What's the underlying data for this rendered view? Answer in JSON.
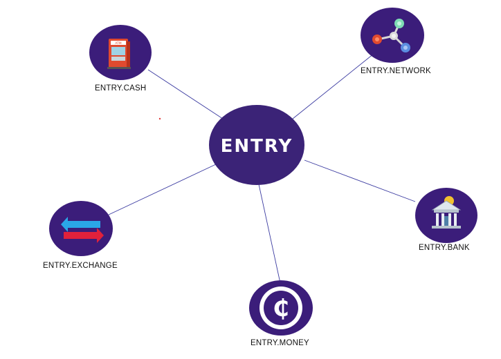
{
  "center": {
    "label": "ENTRY",
    "color": "#3b2377"
  },
  "nodes": [
    {
      "id": "cash",
      "label": "ENTRY.CASH",
      "icon": "atm-icon"
    },
    {
      "id": "network",
      "label": "ENTRY.NETWORK",
      "icon": "network-icon"
    },
    {
      "id": "exchange",
      "label": "ENTRY.EXCHANGE",
      "icon": "exchange-arrows-icon"
    },
    {
      "id": "bank",
      "label": "ENTRY.BANK",
      "icon": "bank-icon"
    },
    {
      "id": "money",
      "label": "ENTRY.MONEY",
      "icon": "entry-coin-icon"
    }
  ],
  "colors": {
    "node_fill": "#3b1d7a",
    "edge": "#3a3aa0",
    "atm_red": "#e04a2f",
    "exchange_blue": "#2aa7e8",
    "exchange_red": "#e0213b"
  }
}
